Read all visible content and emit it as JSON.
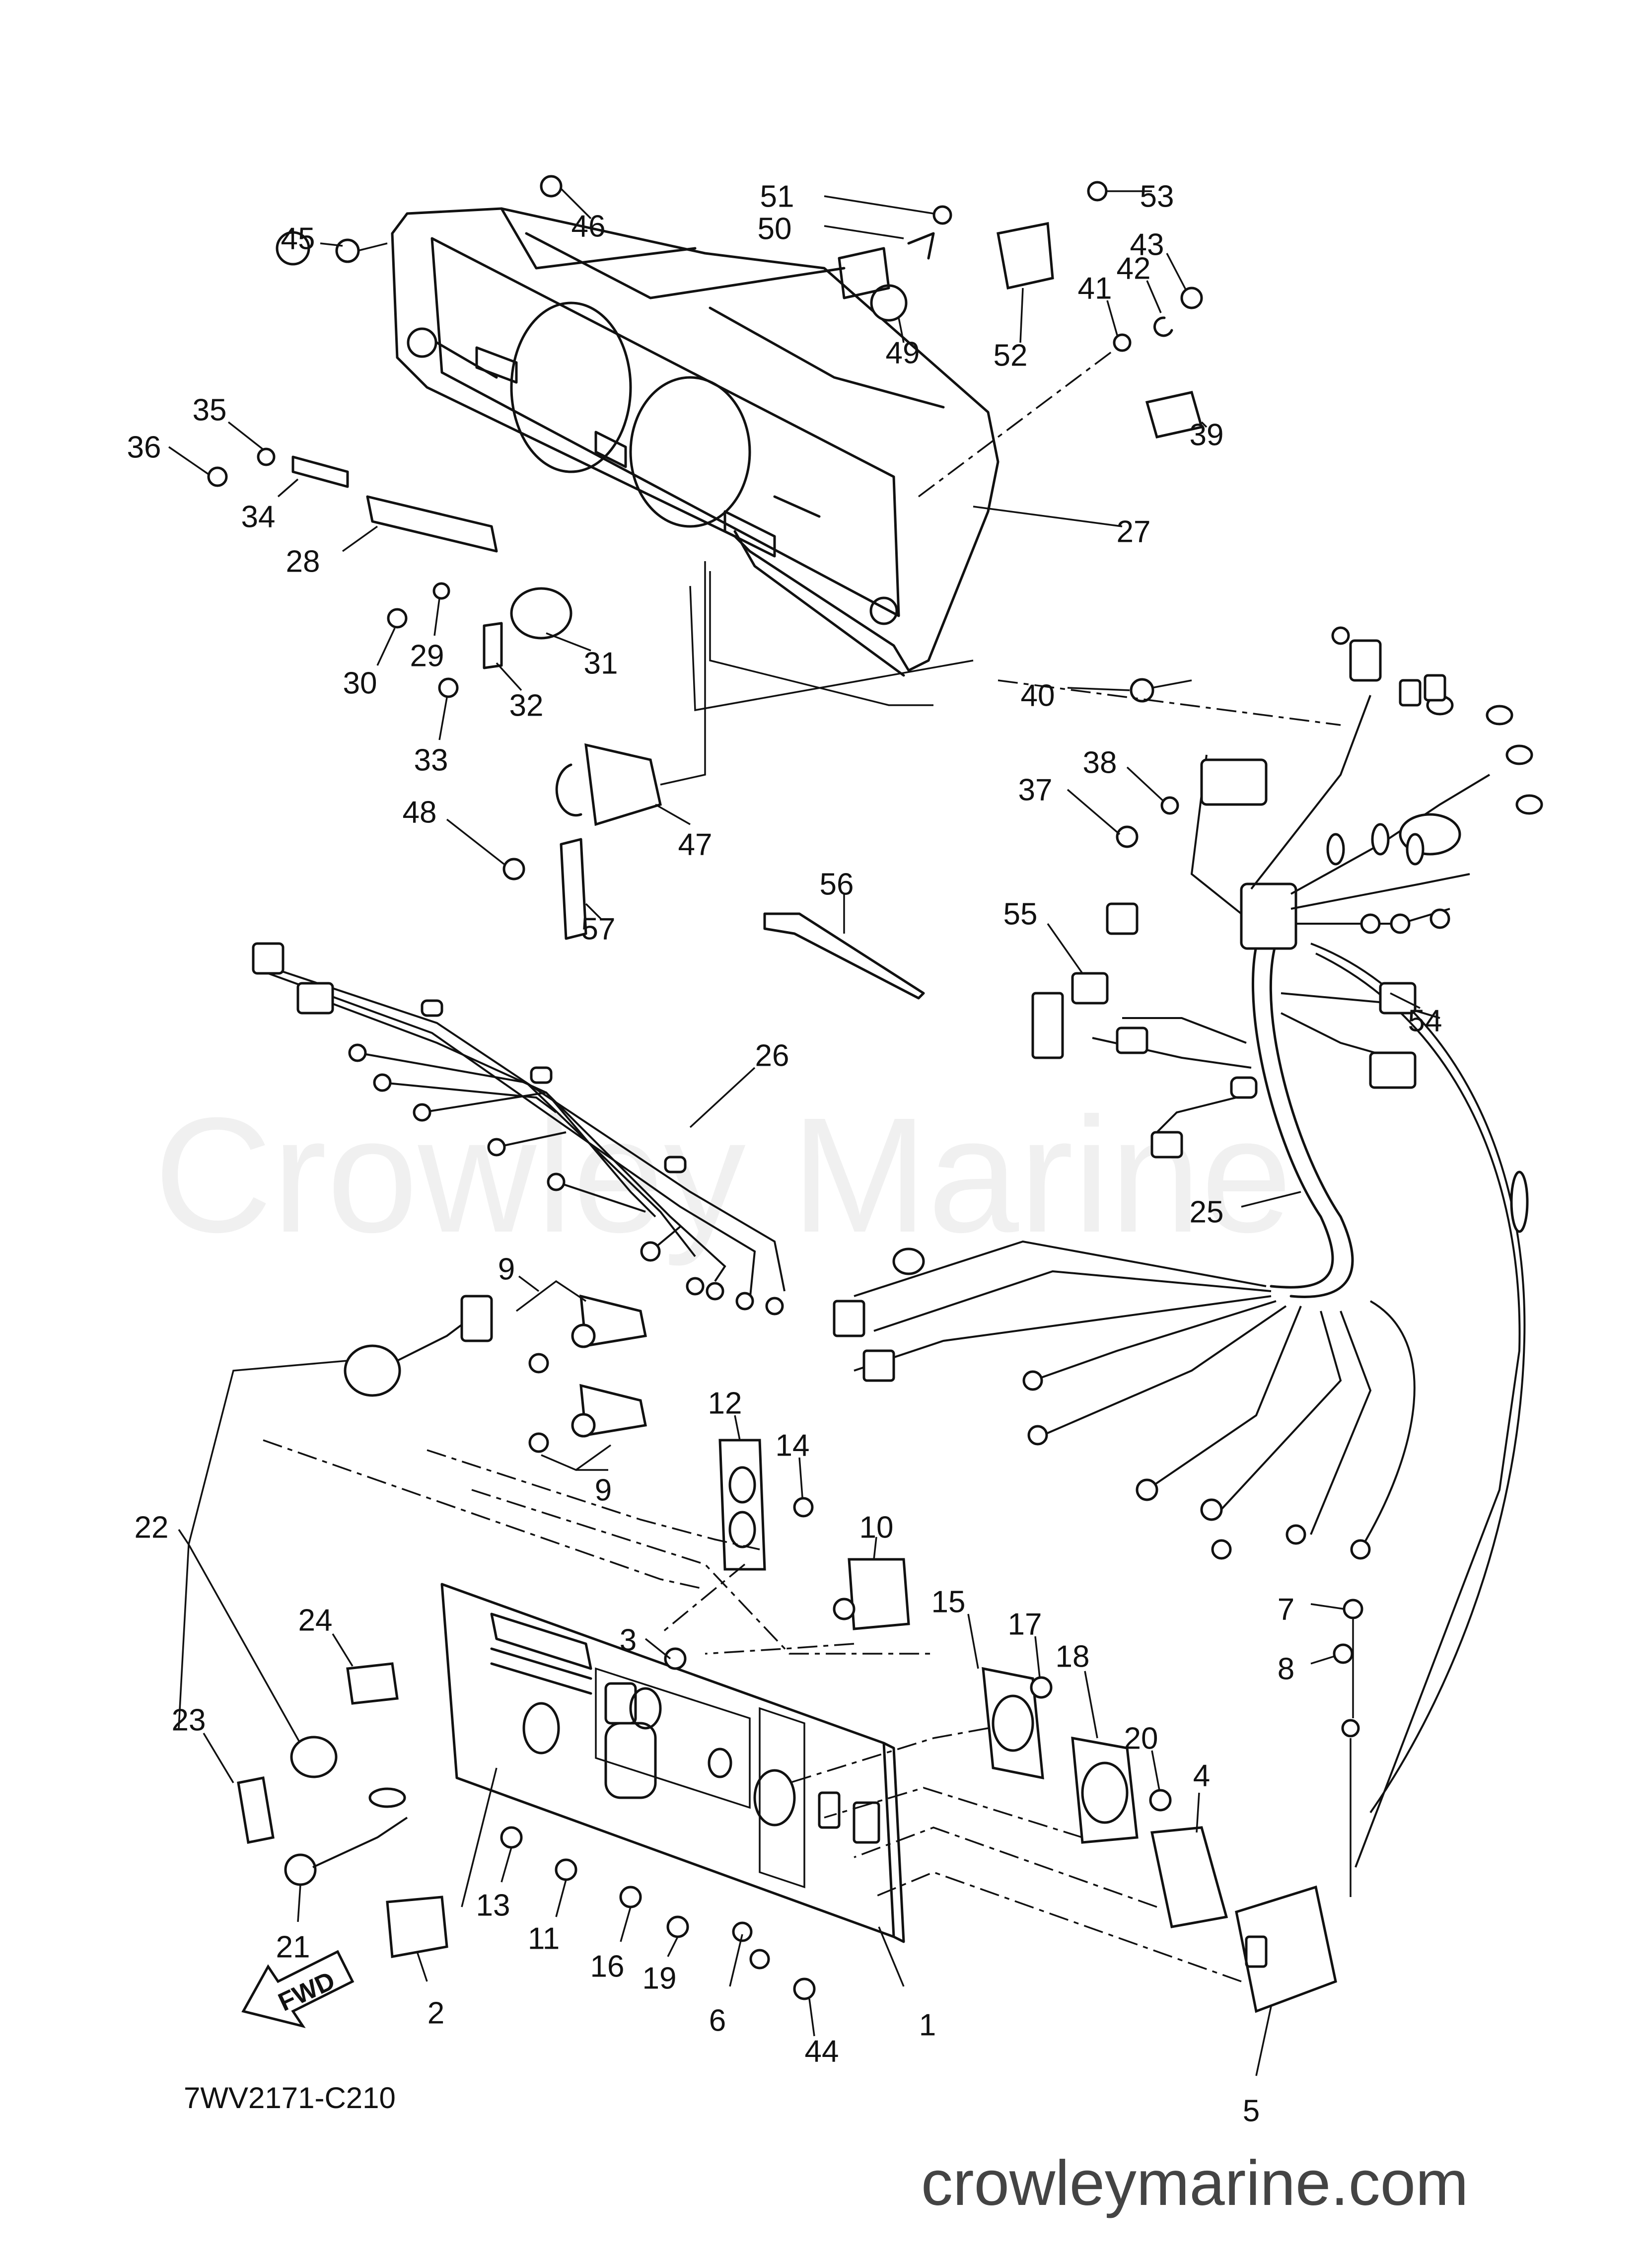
{
  "watermark": "Crowley Marine",
  "footer_url": "crowleymarine.com",
  "diagram_code": "7WV2171-C210",
  "direction_label": "FWD",
  "colors": {
    "ink": "#111111",
    "watermark": "#e6e6e6",
    "footer": "#444444"
  },
  "parts": [
    {
      "id": "1"
    },
    {
      "id": "2"
    },
    {
      "id": "3"
    },
    {
      "id": "4"
    },
    {
      "id": "5"
    },
    {
      "id": "6"
    },
    {
      "id": "7"
    },
    {
      "id": "8"
    },
    {
      "id": "9"
    },
    {
      "id": "9"
    },
    {
      "id": "10"
    },
    {
      "id": "11"
    },
    {
      "id": "12"
    },
    {
      "id": "13"
    },
    {
      "id": "14"
    },
    {
      "id": "15"
    },
    {
      "id": "16"
    },
    {
      "id": "17"
    },
    {
      "id": "18"
    },
    {
      "id": "19"
    },
    {
      "id": "20"
    },
    {
      "id": "21"
    },
    {
      "id": "22"
    },
    {
      "id": "23"
    },
    {
      "id": "24"
    },
    {
      "id": "25"
    },
    {
      "id": "26"
    },
    {
      "id": "27"
    },
    {
      "id": "28"
    },
    {
      "id": "29"
    },
    {
      "id": "30"
    },
    {
      "id": "31"
    },
    {
      "id": "32"
    },
    {
      "id": "33"
    },
    {
      "id": "34"
    },
    {
      "id": "35"
    },
    {
      "id": "36"
    },
    {
      "id": "37"
    },
    {
      "id": "38"
    },
    {
      "id": "39"
    },
    {
      "id": "40"
    },
    {
      "id": "41"
    },
    {
      "id": "42"
    },
    {
      "id": "43"
    },
    {
      "id": "44"
    },
    {
      "id": "45"
    },
    {
      "id": "46"
    },
    {
      "id": "47"
    },
    {
      "id": "48"
    },
    {
      "id": "49"
    },
    {
      "id": "50"
    },
    {
      "id": "51"
    },
    {
      "id": "52"
    },
    {
      "id": "53"
    },
    {
      "id": "54"
    },
    {
      "id": "55"
    },
    {
      "id": "56"
    },
    {
      "id": "57"
    }
  ]
}
